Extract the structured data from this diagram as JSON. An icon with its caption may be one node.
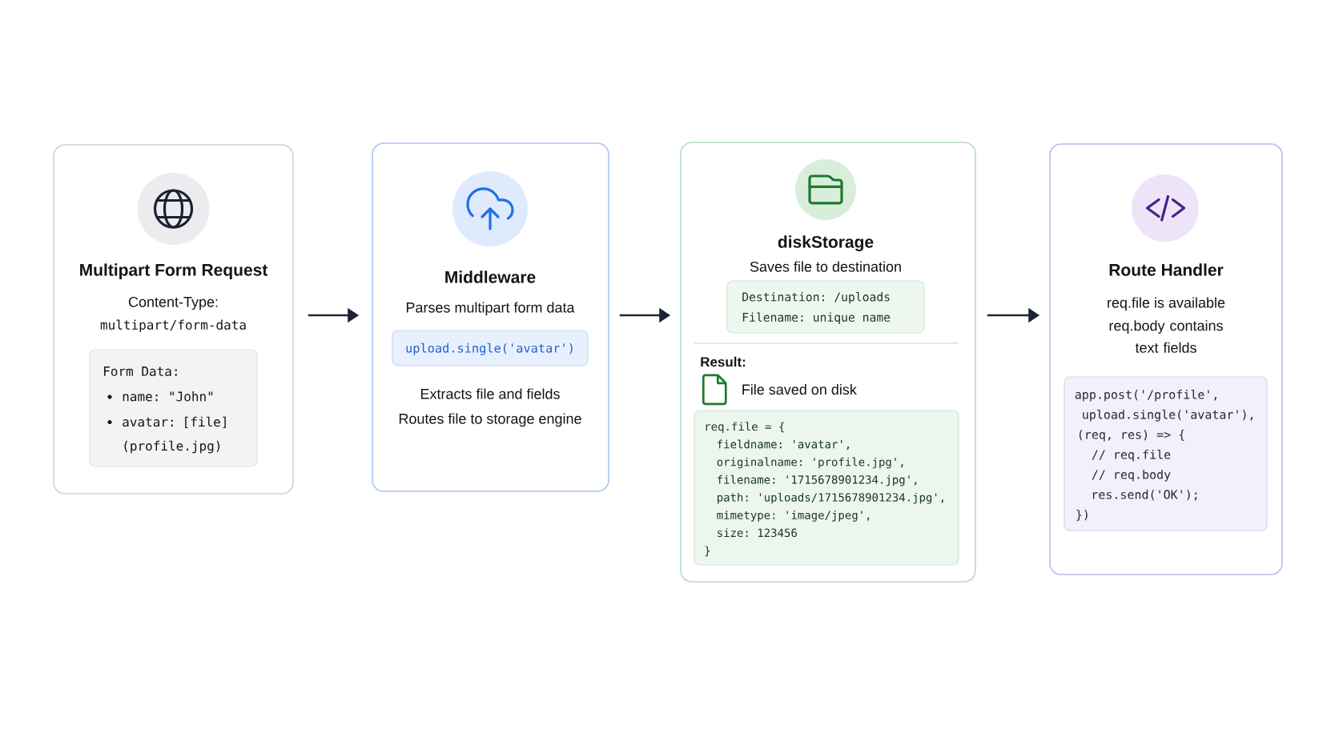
{
  "diagram": {
    "nodes": [
      {
        "text": [
          "Multipart Form Request",
          "Content-Type:",
          "multipart/form-data"
        ]
      },
      {
        "text": [
          "Form Data:",
          "name: \"John\"",
          "avatar: [file] (profile.jpg)"
        ],
        "in": 0
      },
      {
        "text": [
          "Middleware",
          "Parses multipart form data",
          "Extracts file and fields",
          "Routes file to storage engine"
        ]
      },
      {
        "text": [
          "upload.single('avatar')"
        ],
        "in": 2
      },
      {
        "text": [
          "diskStorage",
          "Saves file to destination",
          "Result:",
          "File saved on disk"
        ]
      },
      {
        "text": [
          "Destination: /uploads",
          "Filename: unique name"
        ],
        "in": 4
      },
      {
        "text": [
          "req.file = {",
          "fieldname: 'avatar',",
          "originalname: 'profile.jpg',",
          "filename: '1715678901234.jpg',",
          "path: 'uploads/1715678901234.jpg',",
          "mimetype: 'image/jpeg',",
          "size: 123456",
          "}"
        ],
        "in": 4
      },
      {
        "text": [
          "Route Handler",
          "req.file is available",
          "req.body contains text fields"
        ]
      },
      {
        "text": [
          "app.post('/profile',",
          "upload.single('avatar'),",
          "(req, res) => {",
          "// req.file",
          "// req.body",
          "res.send('OK');",
          "})"
        ],
        "in": 7
      }
    ],
    "edges": [
      {
        "from": 0,
        "to": 2,
        "arrow": "to"
      },
      {
        "from": 2,
        "to": 4,
        "arrow": "to"
      },
      {
        "from": 4,
        "to": 7,
        "arrow": "to"
      }
    ]
  }
}
